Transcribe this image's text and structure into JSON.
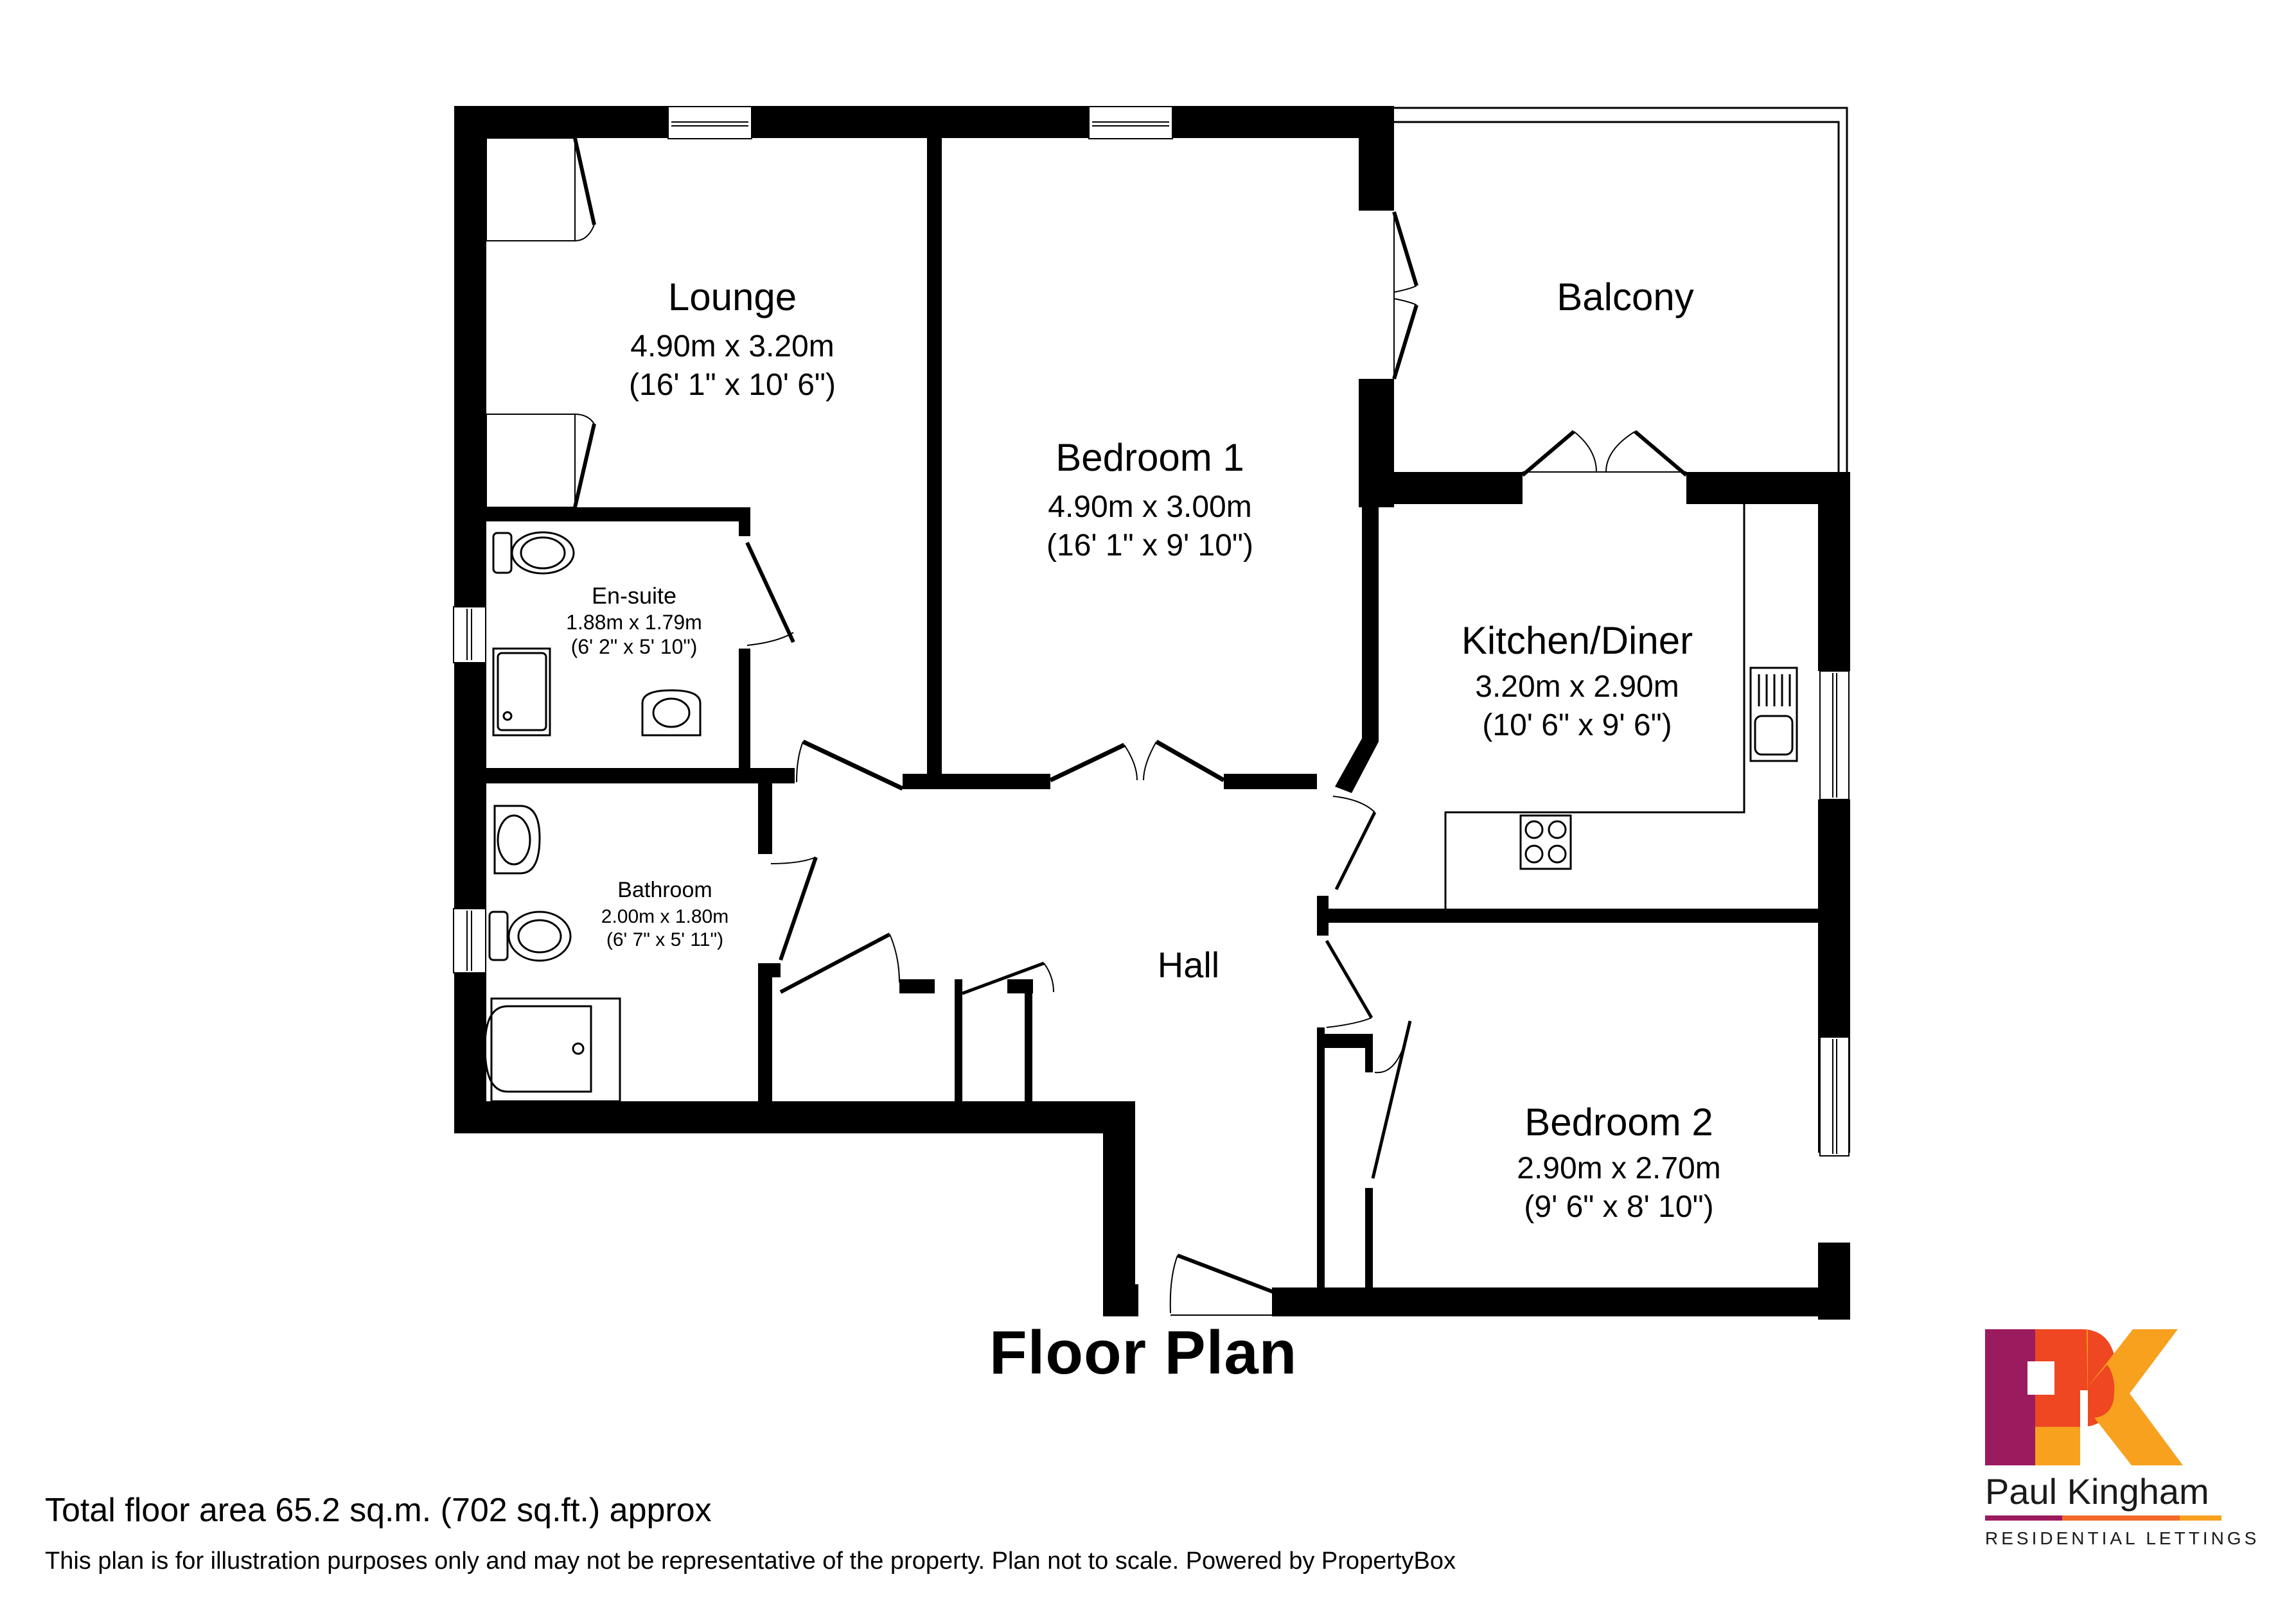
{
  "title": "Floor Plan",
  "rooms": {
    "lounge": {
      "name": "Lounge",
      "metric": "4.90m x 3.20m",
      "imperial": "(16' 1\" x 10' 6\")"
    },
    "bedroom1": {
      "name": "Bedroom 1",
      "metric": "4.90m x 3.00m",
      "imperial": "(16' 1\" x 9' 10\")"
    },
    "balcony": {
      "name": "Balcony"
    },
    "ensuite": {
      "name": "En-suite",
      "metric": "1.88m x 1.79m",
      "imperial": "(6' 2\" x 5' 10\")"
    },
    "kitchen": {
      "name": "Kitchen/Diner",
      "metric": "3.20m x 2.90m",
      "imperial": "(10' 6\" x 9' 6\")"
    },
    "bathroom": {
      "name": "Bathroom",
      "metric": "2.00m x 1.80m",
      "imperial": "(6' 7\" x 5' 11\")"
    },
    "hall": {
      "name": "Hall"
    },
    "bedroom2": {
      "name": "Bedroom 2",
      "metric": "2.90m x 2.70m",
      "imperial": "(9' 6\" x 8' 10\")"
    }
  },
  "footer": {
    "total_area": "Total floor area 65.2 sq.m. (702 sq.ft.) approx",
    "disclaimer": "This plan is for illustration purposes only and may not be representative of the property. Plan not to scale. Powered by PropertyBox"
  },
  "logo": {
    "monogram": "PK",
    "name": "Paul Kingham",
    "tagline": "RESIDENTIAL LETTINGS",
    "colors": {
      "purple": "#9B1B5F",
      "red": "#EE4722",
      "orange": "#F7A11F"
    }
  }
}
